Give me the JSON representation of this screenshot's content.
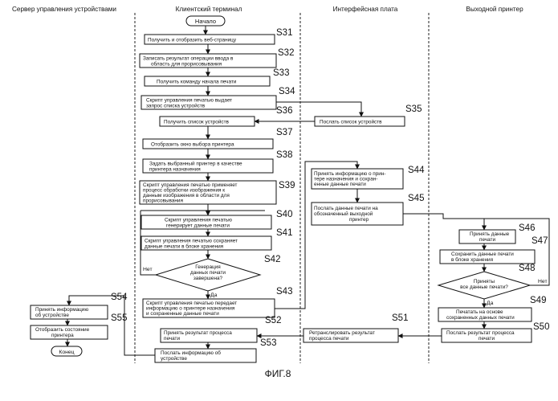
{
  "lanes": {
    "server": "Сервер управления устройствами",
    "client": "Клиентский терминал",
    "interface": "Интерфейсная плата",
    "printer": "Выходной принтер"
  },
  "start": "Начало",
  "end": "Конец",
  "steps": {
    "s31": {
      "label": "S31",
      "l1": "Получить и отобразить веб-страницу"
    },
    "s32": {
      "label": "S32",
      "l1": "Записать результат операции ввода в",
      "l2": "область для прорисовывания"
    },
    "s33": {
      "label": "S33",
      "l1": "Получить команду начала печати"
    },
    "s34": {
      "label": "S34",
      "l1": "Скрипт управления печатью выдает",
      "l2": "запрос списка устройств"
    },
    "s35": {
      "label": "S35",
      "l1": "Послать список устройств"
    },
    "s36": {
      "label": "S36",
      "l1": "Получить список устройств"
    },
    "s37": {
      "label": "S37",
      "l1": "Отобразить окно выбора принтера"
    },
    "s38": {
      "label": "S38",
      "l1": "Задать выбранный принтер в качестве",
      "l2": "принтера назначения"
    },
    "s39": {
      "label": "S39",
      "l1": "Скрипт управления печатью применяет",
      "l2": "процесс обработки изображения к",
      "l3": "данным изображения в области для",
      "l4": "прорисовывания"
    },
    "s40": {
      "label": "S40",
      "l1": "Скрипт управления печатью",
      "l2": "генерирует данные печати"
    },
    "s41": {
      "label": "S41",
      "l1": "Скрипт управления печатью сохраняет",
      "l2": "данные печати в блоке хранения"
    },
    "s42": {
      "label": "S42",
      "l1": "Генерация",
      "l2": "данных печати",
      "l3": "завершена?"
    },
    "s43": {
      "label": "S43",
      "l1": "Скрипт управления печатью передает",
      "l2": "информацию о принтере назначения",
      "l3": "и сохраненные данные печати"
    },
    "s44": {
      "label": "S44",
      "l1": "Принять информацию о прин-",
      "l2": "тере  назначения и сохран-",
      "l3": "енные данные печати"
    },
    "s45": {
      "label": "S45",
      "l1": "Послать данные печати на",
      "l2": "обозначенный выходной",
      "l3": "принтер"
    },
    "s46": {
      "label": "S46",
      "l1": "Принять данные",
      "l2": "печати"
    },
    "s47": {
      "label": "S47",
      "l1": "Сохранить данные печати",
      "l2": "в блоке хранения"
    },
    "s48": {
      "label": "S48",
      "l1": "Приняты",
      "l2": "все данные печати?"
    },
    "s49": {
      "label": "S49",
      "l1": "Печатать на основе",
      "l2": "сохраненных данных печати"
    },
    "s50": {
      "label": "S50",
      "l1": "Послать результат процесса",
      "l2": "печати"
    },
    "s51": {
      "label": "S51",
      "l1": "Ретранслировать результат",
      "l2": "процесса печати"
    },
    "s52": {
      "label": "S52",
      "l1": "Принять результат процесса",
      "l2": "печати"
    },
    "s53": {
      "label": "S53",
      "l1": "Послать информацию об",
      "l2": "устройстве"
    },
    "s54": {
      "label": "S54",
      "l1": "Принять информацию",
      "l2": "об устройстве"
    },
    "s55": {
      "label": "S55",
      "l1": "Отобразить состояние",
      "l2": "принтера"
    }
  },
  "yes": "Да",
  "no": "Нет",
  "figure": "ФИГ.8"
}
